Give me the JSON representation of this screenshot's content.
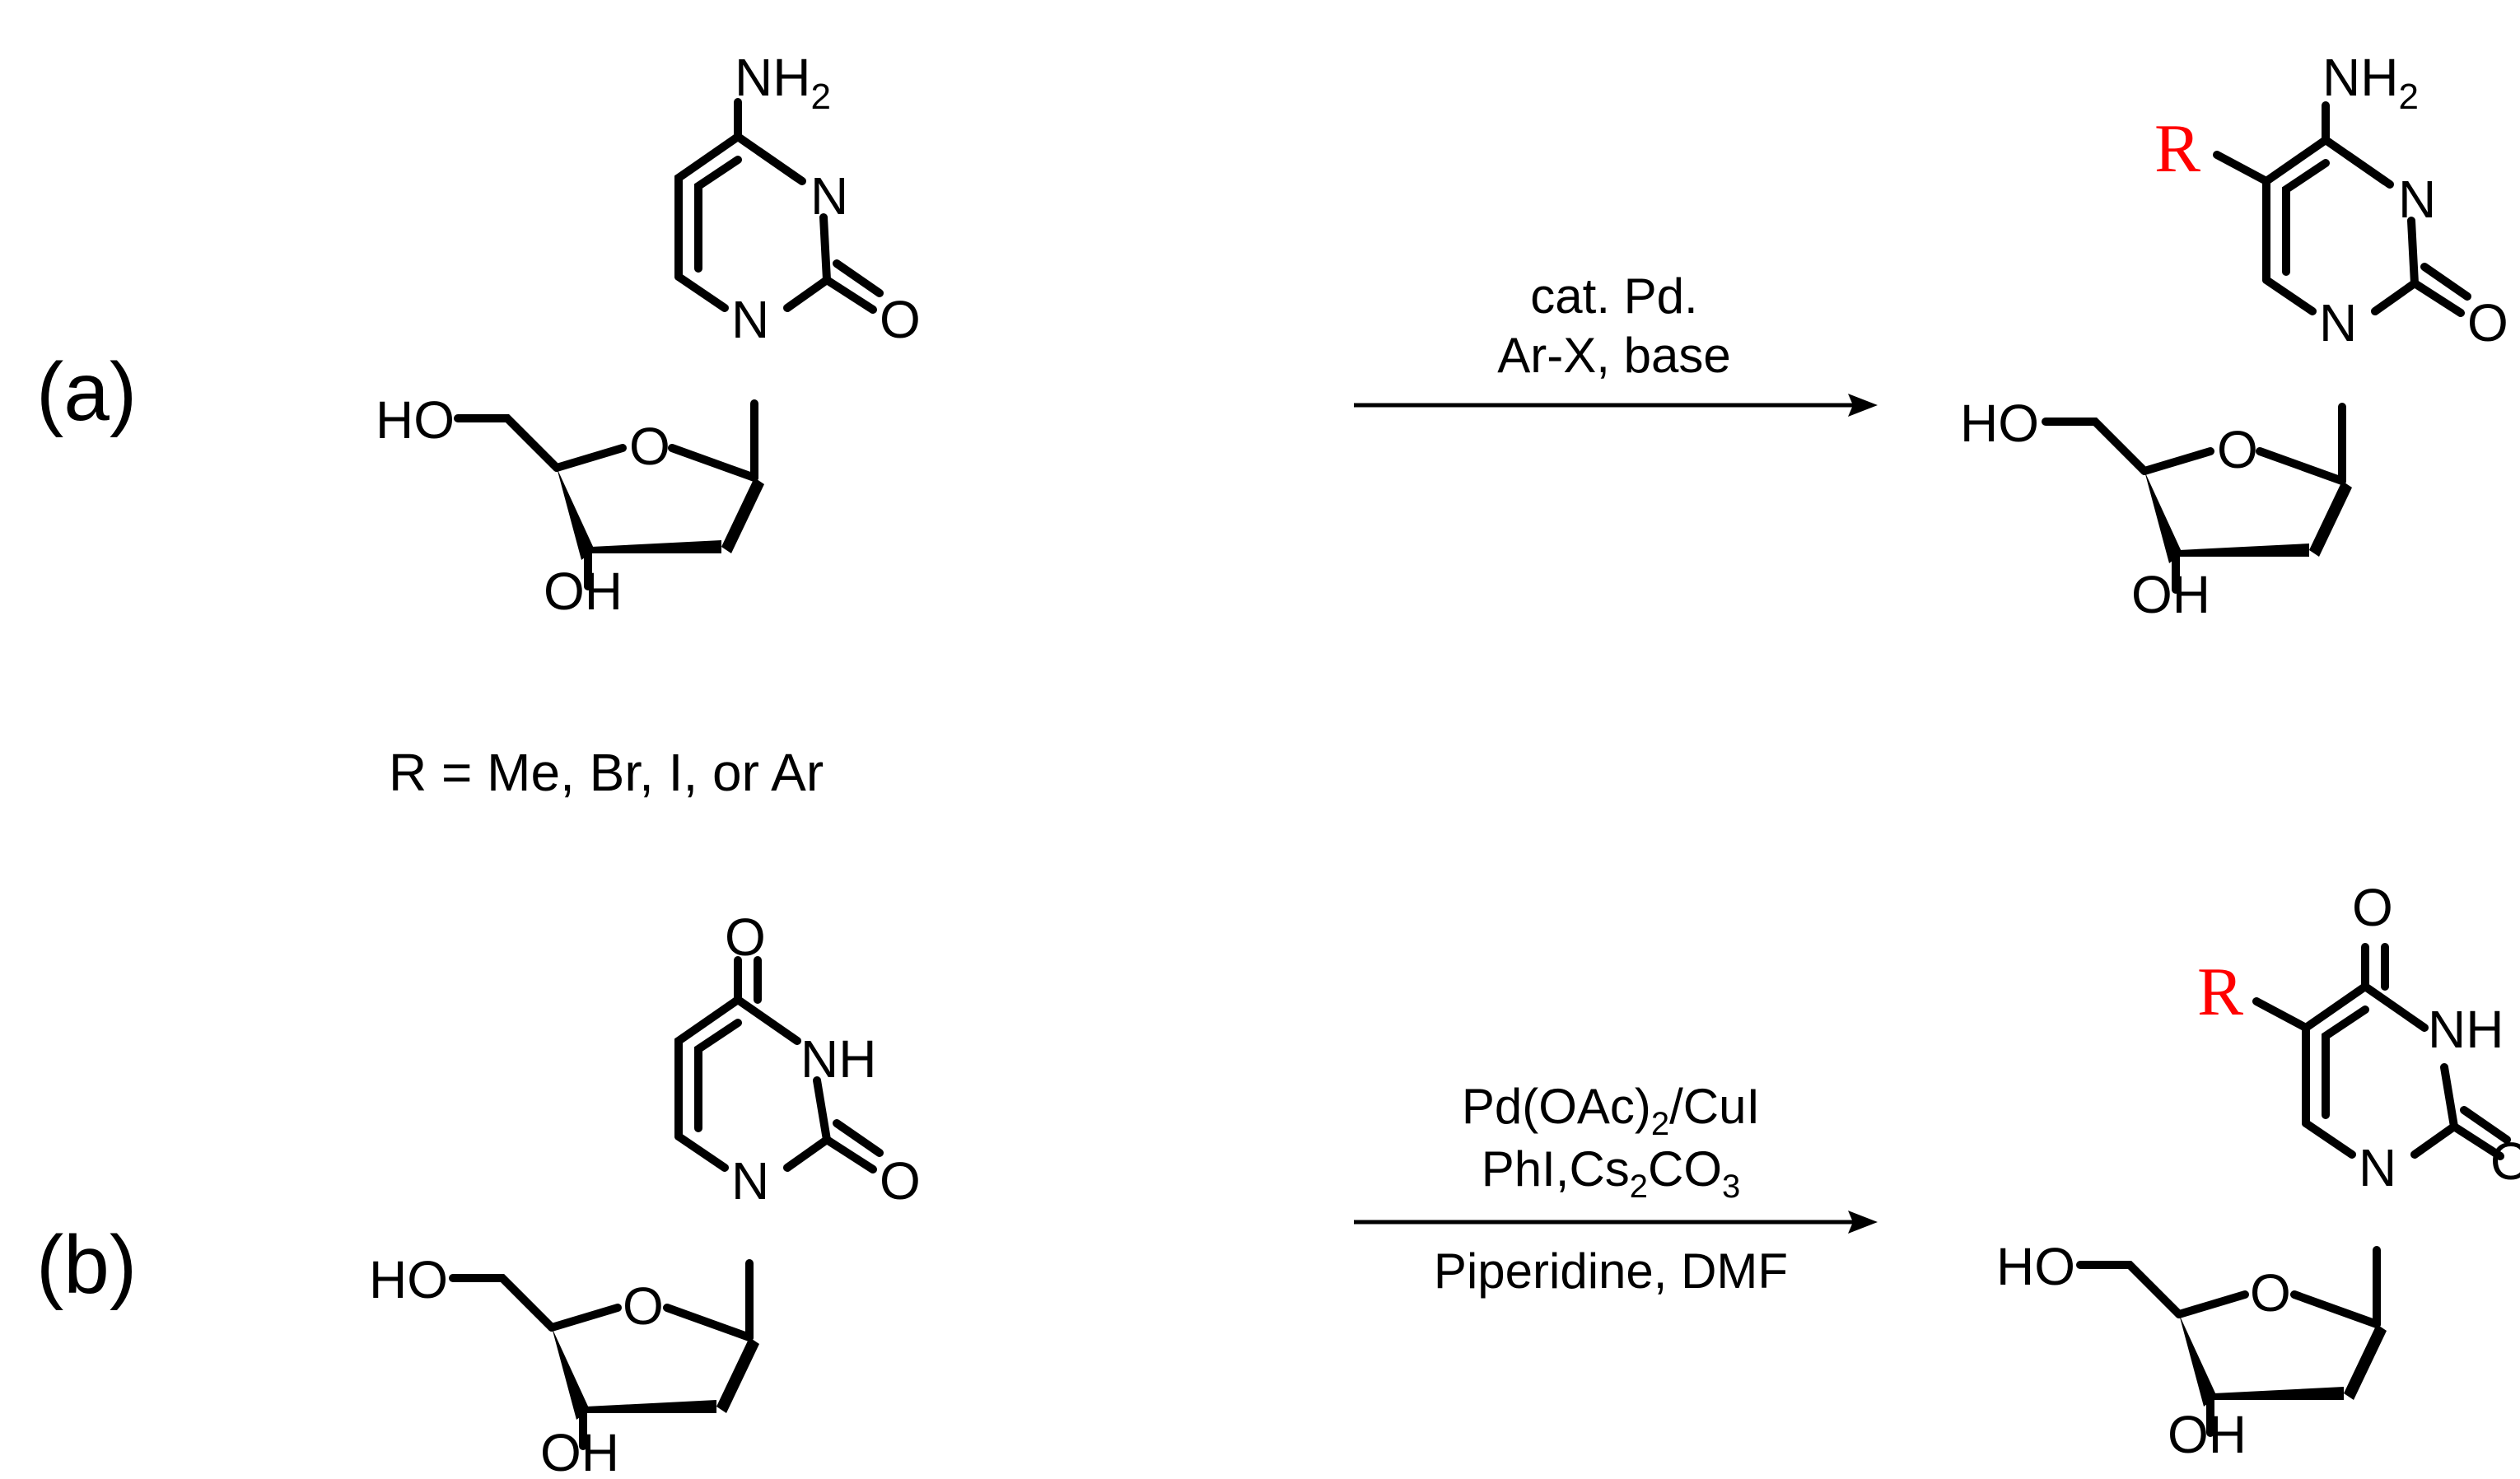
{
  "labels": {
    "part_a": "(a)",
    "part_b": "(b)",
    "r_definition": "R = Me, Br, I, or Ar",
    "r_group": "R"
  },
  "atoms": {
    "nh2": "NH",
    "sub2": "2",
    "n": "N",
    "o": "O",
    "nh": "NH",
    "ho": "HO",
    "oh": "OH"
  },
  "reaction_a": {
    "line1": "cat. Pd.",
    "line2": "Ar-X, base"
  },
  "reaction_b": {
    "line1_pre": "Pd(OAc)",
    "line1_sub": "2",
    "line1_post": "/CuI",
    "line2_pre": "PhI,Cs",
    "line2_sub1": "2",
    "line2_mid": "CO",
    "line2_sub2": "3",
    "line3": "Piperidine, DMF"
  },
  "colors": {
    "r_group": "#ff0000",
    "ink": "#000000"
  }
}
